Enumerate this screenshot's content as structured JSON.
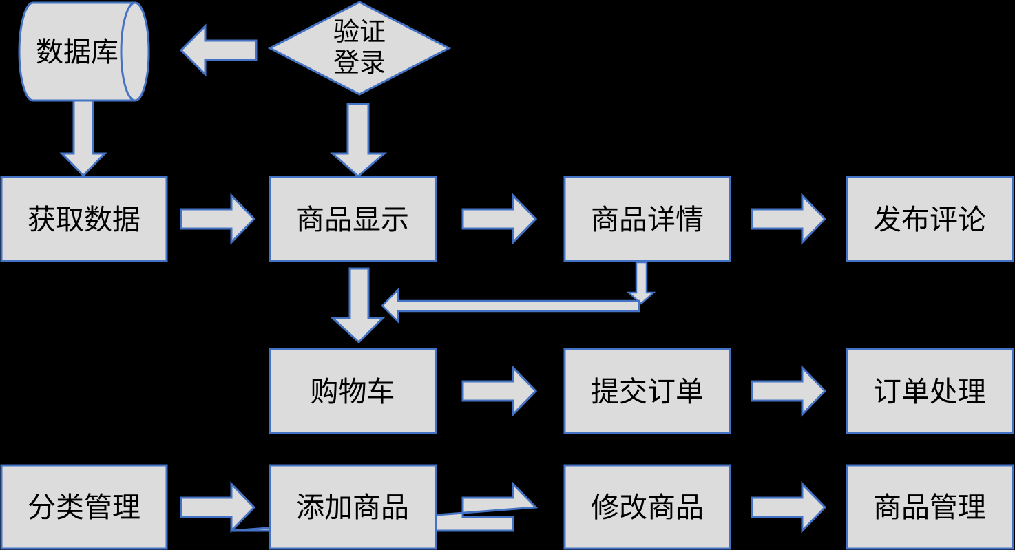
{
  "diagram_title": "E-commerce system flowchart",
  "colors": {
    "background": "#000000",
    "node_fill": "#dcdcdc",
    "node_border": "#4472c4",
    "text": "#000000"
  },
  "nodes": {
    "database": {
      "label": "数据库",
      "shape": "cylinder"
    },
    "verify_login": {
      "label": "验证登录",
      "line1": "验证",
      "line2": "登录",
      "shape": "diamond"
    },
    "get_data": {
      "label": "获取数据",
      "shape": "rect"
    },
    "product_display": {
      "label": "商品显示",
      "shape": "rect"
    },
    "product_detail": {
      "label": "商品详情",
      "shape": "rect"
    },
    "post_comment": {
      "label": "发布评论",
      "shape": "rect"
    },
    "cart": {
      "label": "购物车",
      "shape": "rect"
    },
    "submit_order": {
      "label": "提交订单",
      "shape": "rect"
    },
    "order_processing": {
      "label": "订单处理",
      "shape": "rect"
    },
    "category_mgmt": {
      "label": "分类管理",
      "shape": "rect"
    },
    "add_product": {
      "label": "添加商品",
      "shape": "rect"
    },
    "modify_product": {
      "label": "修改商品",
      "shape": "rect"
    },
    "product_mgmt": {
      "label": "商品管理",
      "shape": "rect"
    }
  },
  "edges": [
    {
      "from": "verify_login",
      "to": "database"
    },
    {
      "from": "database",
      "to": "get_data"
    },
    {
      "from": "verify_login",
      "to": "product_display"
    },
    {
      "from": "get_data",
      "to": "product_display"
    },
    {
      "from": "product_display",
      "to": "product_detail"
    },
    {
      "from": "product_detail",
      "to": "post_comment"
    },
    {
      "from": "product_display",
      "to": "cart"
    },
    {
      "from": "product_detail",
      "to": "cart"
    },
    {
      "from": "cart",
      "to": "submit_order"
    },
    {
      "from": "submit_order",
      "to": "order_processing"
    },
    {
      "from": "category_mgmt",
      "to": "add_product"
    },
    {
      "from": "add_product",
      "to": "modify_product"
    },
    {
      "from": "modify_product",
      "to": "product_mgmt"
    }
  ]
}
